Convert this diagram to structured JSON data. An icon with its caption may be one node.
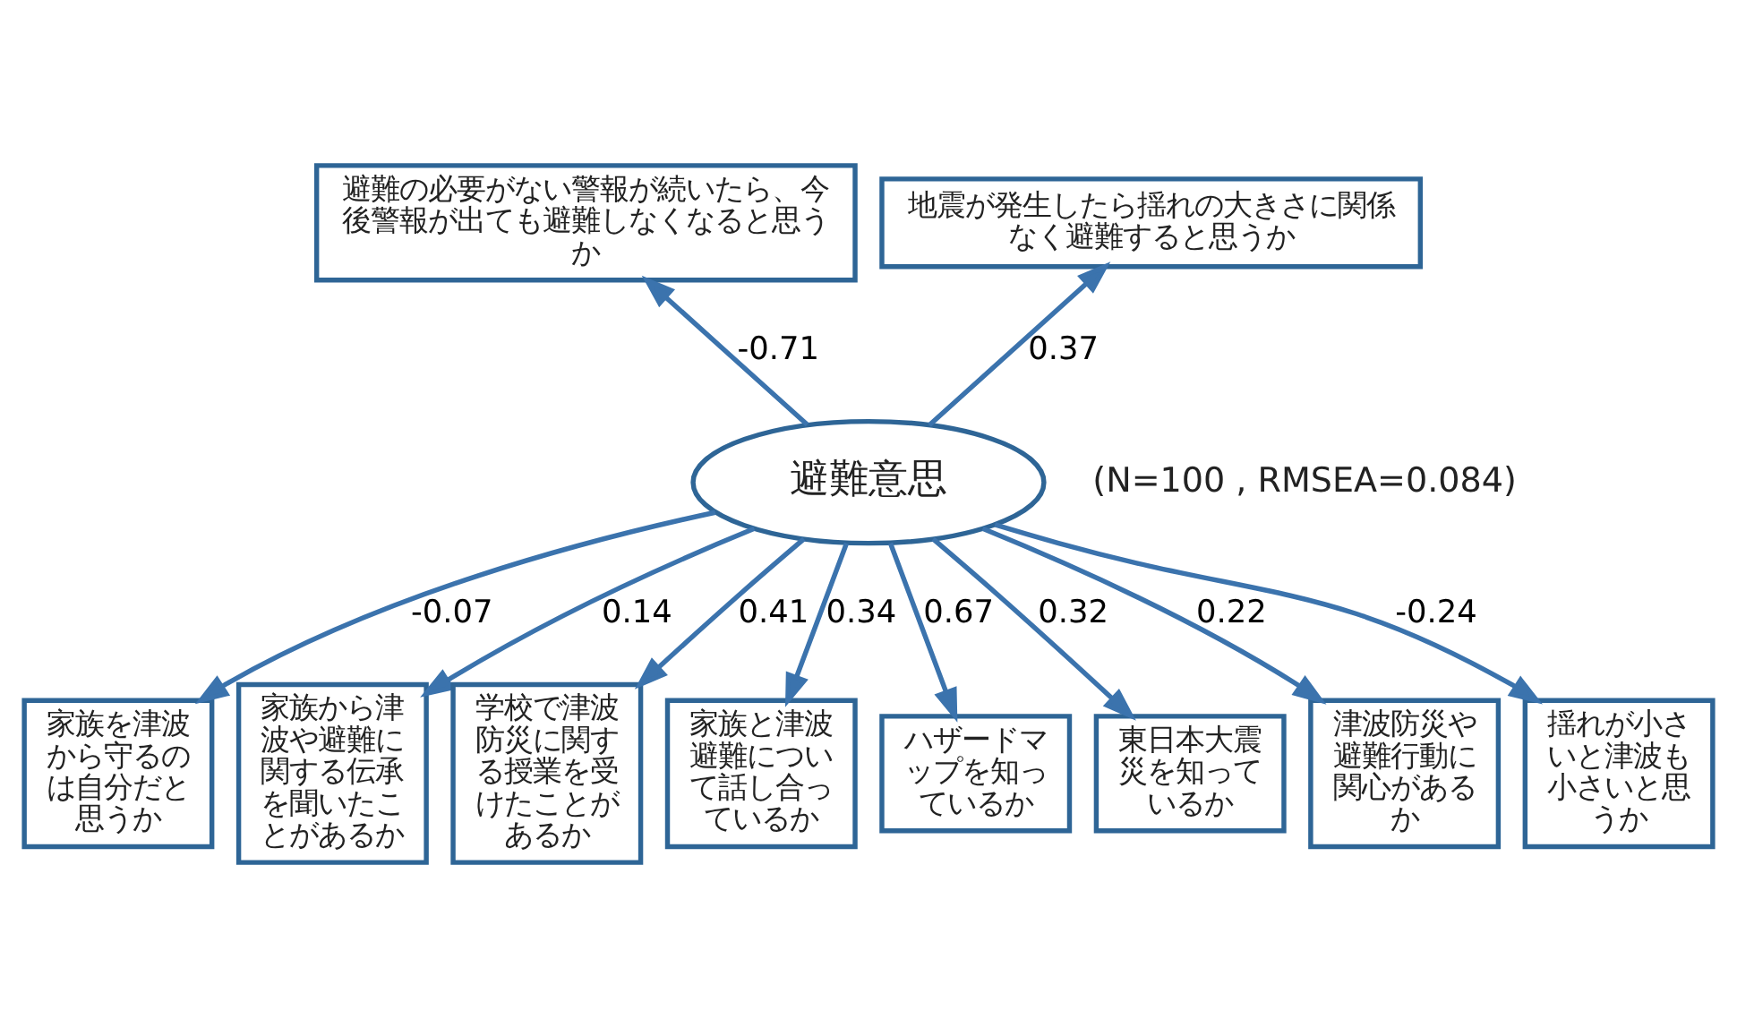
{
  "diagram": {
    "nodes": [
      {
        "text": [
          "避難の必要がない警報が続いたら、今後警報が出ても避難しなくなると思うか"
        ]
      },
      {
        "text": [
          "地震が発生したら揺れの大きさに関係なく避難すると思うか"
        ]
      },
      {
        "text": [
          "避難意思"
        ]
      },
      {
        "text": [
          "家族を津波から守るのは自分だと思うか"
        ]
      },
      {
        "text": [
          "家族から津波や避難に関する伝承を聞いたことがあるか"
        ]
      },
      {
        "text": [
          "学校で津波防災に関する授業を受けたことがあるか"
        ]
      },
      {
        "text": [
          "家族と津波避難について話し合っているか"
        ]
      },
      {
        "text": [
          "ハザードマップを知っているか"
        ]
      },
      {
        "text": [
          "東日本大震災を知っているか"
        ]
      },
      {
        "text": [
          "津波防災や避難行動に関心があるか"
        ]
      },
      {
        "text": [
          "揺れが小さいと津波も小さいと思うか"
        ]
      }
    ],
    "edges": [
      {
        "from": 2,
        "to": 0,
        "arrow": "to",
        "label": "-0.71"
      },
      {
        "from": 2,
        "to": 1,
        "arrow": "to",
        "label": "0.37"
      },
      {
        "from": 2,
        "to": 3,
        "arrow": "to",
        "label": "-0.07"
      },
      {
        "from": 2,
        "to": 4,
        "arrow": "to",
        "label": "0.14"
      },
      {
        "from": 2,
        "to": 5,
        "arrow": "to",
        "label": "0.41"
      },
      {
        "from": 2,
        "to": 6,
        "arrow": "to",
        "label": "0.34"
      },
      {
        "from": 2,
        "to": 7,
        "arrow": "to",
        "label": "0.67"
      },
      {
        "from": 2,
        "to": 8,
        "arrow": "to",
        "label": "0.32"
      },
      {
        "from": 2,
        "to": 9,
        "arrow": "to",
        "label": "0.22"
      },
      {
        "from": 2,
        "to": 10,
        "arrow": "to",
        "label": "-0.24"
      }
    ],
    "labels": [
      "(N=100 , RMSEA=0.084)"
    ]
  }
}
